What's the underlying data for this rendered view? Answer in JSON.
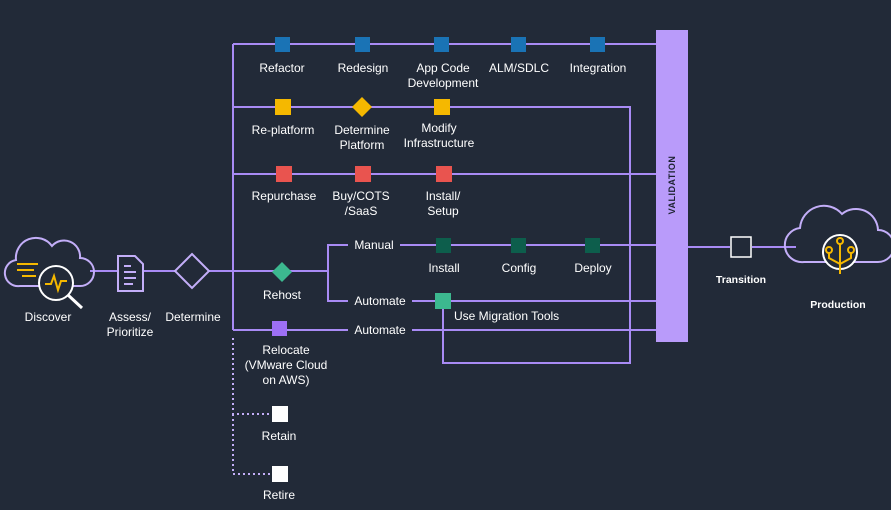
{
  "colors": {
    "background": "#222a38",
    "line": "#a98bf5",
    "line_light": "#c3aef8",
    "refactor_node": "#1a73b5",
    "replatform_node": "#f5b800",
    "repurchase_node": "#e9544f",
    "rehost_node_dark": "#0d5e4c",
    "rehost_node_light": "#3cb88f",
    "relocate_node": "#9d6ff5",
    "retain_node": "#ffffff",
    "validation_bar": "#b99bfa",
    "icon_cloud": "#c3aef8",
    "icon_accent": "#f5b800"
  },
  "labels": {
    "discover": "Discover",
    "assess": "Assess/\nPrioritize",
    "determine": "Determine",
    "refactor": "Refactor",
    "redesign": "Redesign",
    "app_code": "App Code\nDevelopment",
    "alm": "ALM/SDLC",
    "integration": "Integration",
    "replatform": "Re-platform",
    "determine_platform": "Determine\nPlatform",
    "modify_infra": "Modify\nInfrastructure",
    "repurchase": "Repurchase",
    "buy_cots": "Buy/COTS\n/SaaS",
    "install_setup": "Install/\nSetup",
    "manual": "Manual",
    "install": "Install",
    "config": "Config",
    "deploy": "Deploy",
    "rehost": "Rehost",
    "automate_rehost": "Automate",
    "use_migration_tools": "Use Migration Tools",
    "automate_relocate": "Automate",
    "relocate": "Relocate\n(VMware Cloud\non AWS)",
    "retain": "Retain",
    "retire": "Retire",
    "validation": "VALIDATION",
    "transition": "Transition",
    "production": "Production"
  }
}
